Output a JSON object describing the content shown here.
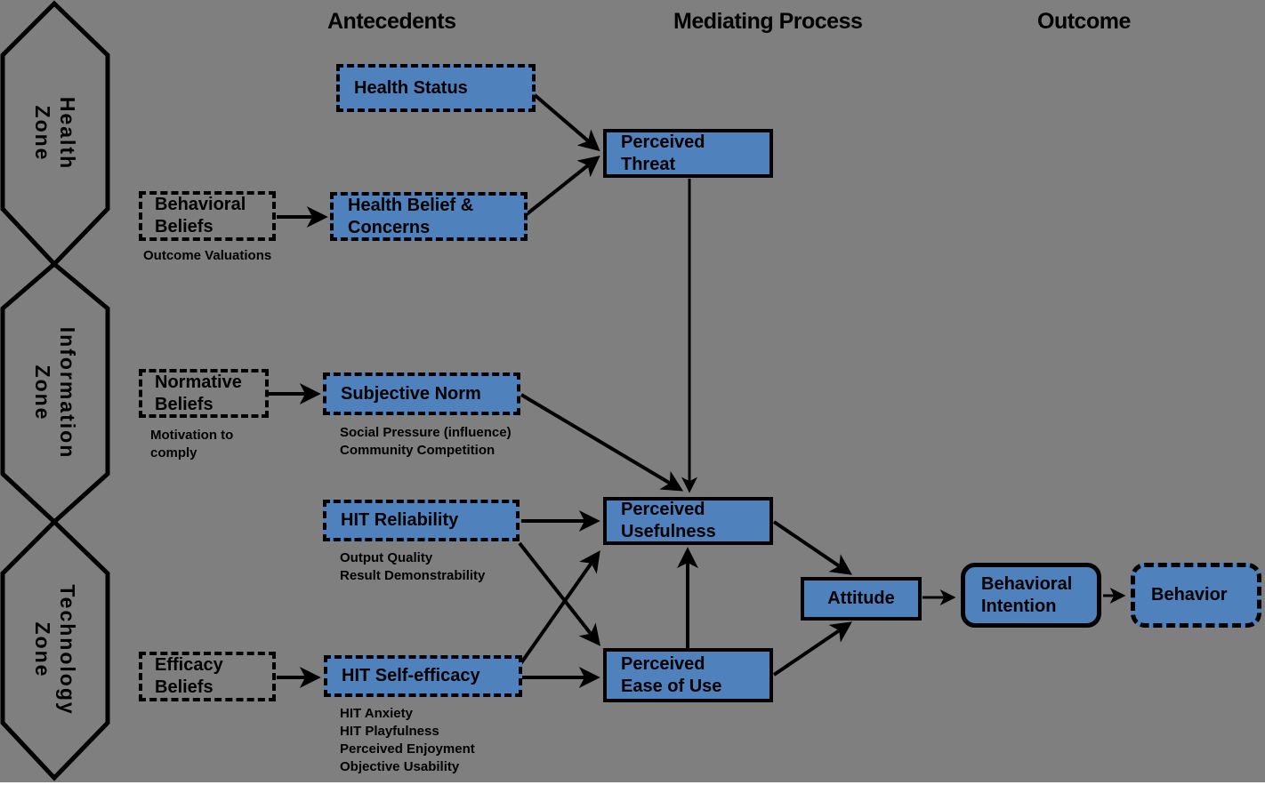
{
  "title_row": {
    "antecedents": "Antecedents",
    "mediating_process": "Mediating Process",
    "outcome": "Outcome"
  },
  "zones": {
    "health": {
      "lines": [
        "Health",
        "Zone"
      ]
    },
    "information": {
      "lines": [
        "Information",
        "Zone"
      ]
    },
    "technology": {
      "lines": [
        "Technology",
        "Zone"
      ]
    }
  },
  "nodes": {
    "health_status": {
      "lines": [
        "Health Status"
      ]
    },
    "behavioral_beliefs": {
      "lines": [
        "Behavioral",
        "Beliefs"
      ],
      "notes": [
        "Outcome Valuations"
      ]
    },
    "health_belief_concerns": {
      "lines": [
        "Health Belief &",
        "Concerns"
      ]
    },
    "normative_beliefs": {
      "lines": [
        "Normative",
        "Beliefs"
      ],
      "notes": [
        "Motivation to",
        "comply"
      ]
    },
    "subjective_norm": {
      "lines": [
        "Subjective Norm"
      ],
      "notes": [
        "Social Pressure (influence)",
        "Community Competition"
      ]
    },
    "hit_reliability": {
      "lines": [
        "HIT Reliability"
      ],
      "notes": [
        "Output Quality",
        "Result Demonstrability"
      ]
    },
    "efficacy_beliefs": {
      "lines": [
        "Efficacy",
        "Beliefs"
      ]
    },
    "hit_self_efficacy": {
      "lines": [
        "HIT Self-efficacy"
      ],
      "notes": [
        "HIT Anxiety",
        "HIT Playfulness",
        "Perceived Enjoyment",
        "Objective Usability"
      ]
    },
    "perceived_threat": {
      "lines": [
        "Perceived",
        "Threat"
      ]
    },
    "perceived_usefulness": {
      "lines": [
        "Perceived",
        "Usefulness"
      ]
    },
    "perceived_ease_of_use": {
      "lines": [
        "Perceived",
        "Ease of Use"
      ]
    },
    "attitude": {
      "lines": [
        "Attitude"
      ]
    },
    "behavioral_intention": {
      "lines": [
        "Behavioral",
        "Intention"
      ]
    },
    "behavior": {
      "lines": [
        "Behavior"
      ]
    }
  },
  "colors": {
    "background": "#7f7f7f",
    "node_fill": "#4f81bd",
    "line": "#000000",
    "text": "#000000",
    "bottom_strip": "#ffffff"
  }
}
